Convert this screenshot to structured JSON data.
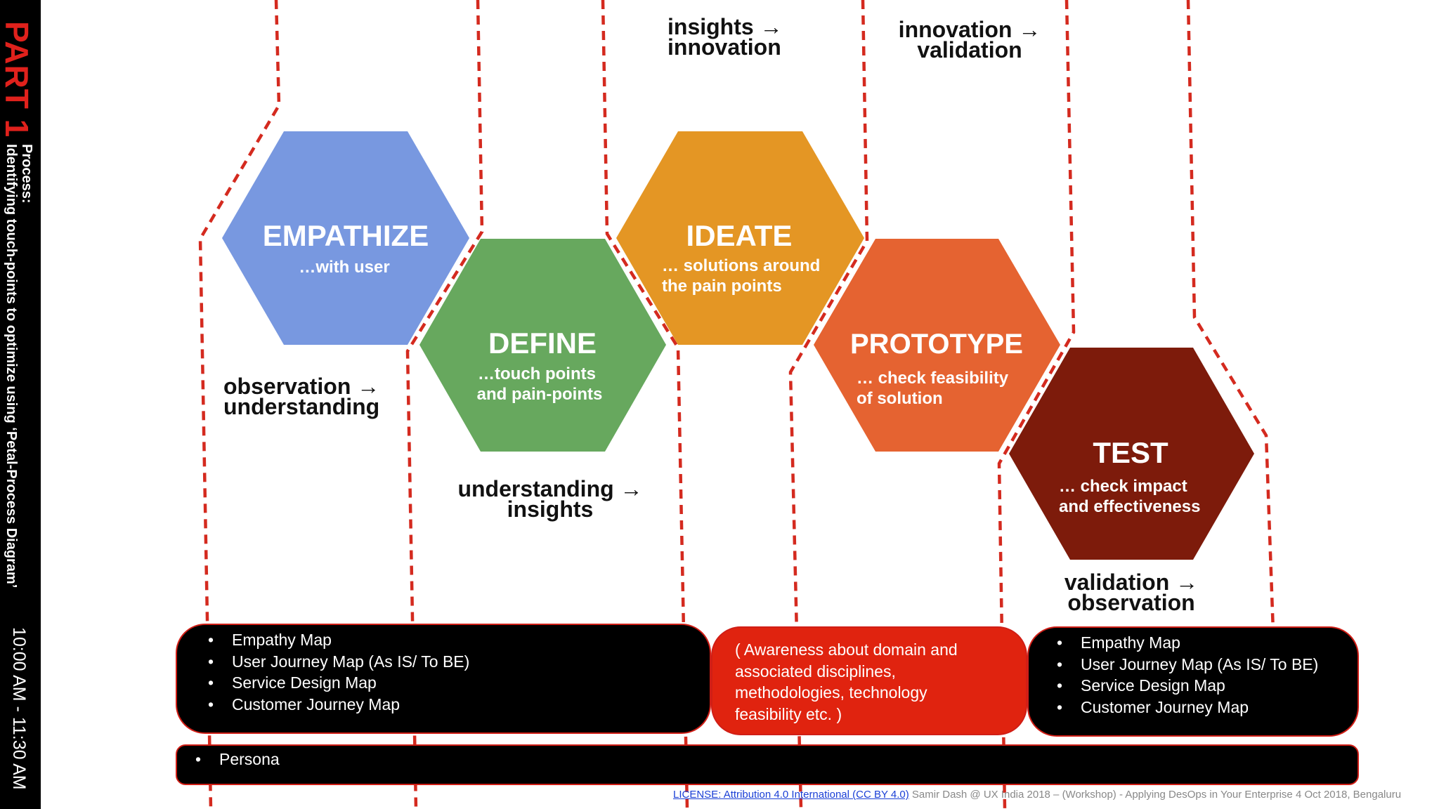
{
  "sidebar": {
    "part": "PART 1",
    "process_title": "Process:",
    "process_subtitle": "Identifying touch-points to optimize using ‘Petal-Process Diagram’",
    "time": "10:00 AM - 11:30 AM"
  },
  "stages": [
    {
      "title": "EMPATHIZE",
      "sub1": "…with user",
      "sub2": "",
      "color": "#7898e0"
    },
    {
      "title": "DEFINE",
      "sub1": "…touch points",
      "sub2": "and pain-points",
      "color": "#67a85e"
    },
    {
      "title": "IDEATE",
      "sub1": "… solutions around",
      "sub2": "the pain points",
      "color": "#e49624"
    },
    {
      "title": "PROTOTYPE",
      "sub1": "… check feasibility",
      "sub2": "of solution",
      "color": "#e56331"
    },
    {
      "title": "TEST",
      "sub1": "… check impact",
      "sub2": "and effectiveness",
      "color": "#7d1b0b"
    }
  ],
  "flows": {
    "insights_innovation": {
      "line1": "insights →",
      "line2": "innovation"
    },
    "innovation_validation": {
      "line1": "innovation →",
      "line2": "validation"
    },
    "observation_understanding": {
      "line1": "observation →",
      "line2": "understanding"
    },
    "understanding_insights": {
      "line1": "understanding →",
      "line2": "insights"
    },
    "validation_observation": {
      "line1": "validation →",
      "line2": "observation"
    }
  },
  "pills": {
    "left": [
      "Empathy Map",
      "User Journey Map (As IS/ To BE)",
      "Service Design Map",
      "Customer Journey Map"
    ],
    "middle": "( Awareness about domain and associated disciplines, methodologies, technology feasibility etc. )",
    "right": [
      "Empathy Map",
      "User Journey Map (As IS/ To BE)",
      "Service Design Map",
      "Customer Journey Map"
    ],
    "bottom": [
      "Persona"
    ]
  },
  "footer": {
    "license": "LICENSE: Attribution 4.0 International (CC BY 4.0)",
    "credit": " Samir Dash @ UX India 2018 – (Workshop)  - Applying DesOps in Your Enterprise 4 Oct 2018, Bengaluru"
  },
  "colors": {
    "dash": "#d42a1f",
    "pill_border": "#d01e16",
    "pill_fill": "#000000",
    "awareness_fill": "#e0230f"
  }
}
